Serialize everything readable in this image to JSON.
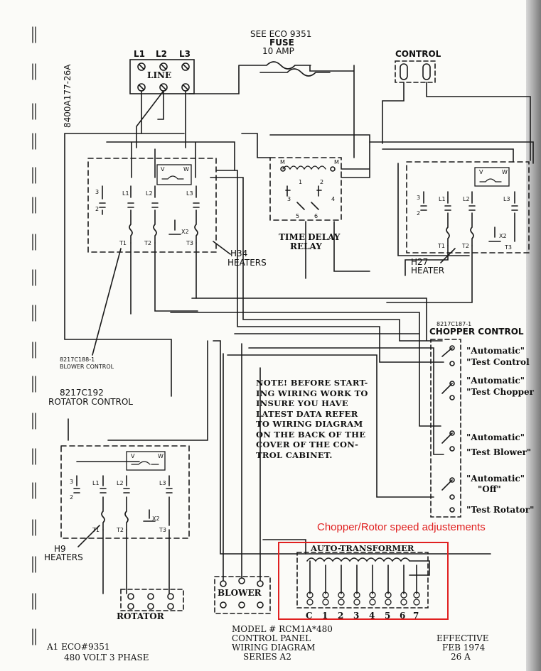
{
  "doc_number": "8400A177-26A",
  "fuse": {
    "eco": "SEE ECO 9351",
    "label": "FUSE",
    "rating": "10 AMP"
  },
  "line": {
    "label": "LINE",
    "terminals": [
      "L1",
      "L2",
      "L3"
    ]
  },
  "control_label": "CONTROL",
  "time_delay_relay": {
    "label_1": "TIME DELAY",
    "label_2": "RELAY",
    "m_left": "M",
    "m_right": "M",
    "contacts": [
      "1",
      "2",
      "3",
      "4",
      "5",
      "6"
    ]
  },
  "blower_contactor": {
    "part": "8217C188-1",
    "label": "BLOWER CONTROL",
    "heater_label_1": "H34",
    "heater_label_2": "HEATERS"
  },
  "chopper_contactor": {
    "part": "8217C187-1",
    "label": "CHOPPER CONTROL",
    "heater_label_1": "H27",
    "heater_label_2": "HEATER"
  },
  "rotator_contactor": {
    "part": "8217C192",
    "label": "ROTATOR CONTROL",
    "heater_label_1": "H9",
    "heater_label_2": "HEATERS"
  },
  "contactor_terms": {
    "l1": "L1",
    "l2": "L2",
    "l3": "L3",
    "t1": "T1",
    "t2": "T2",
    "t3": "T3",
    "x2": "X2",
    "v": "V",
    "w": "W",
    "c3": "3",
    "c2": "2"
  },
  "switches": [
    {
      "top": "\"Automatic\"",
      "bottom": "\"Test Control"
    },
    {
      "top": "\"Automatic\"",
      "bottom": "\"Test Chopper"
    },
    {
      "top": "\"Automatic\"",
      "bottom": "\"Test Blower\""
    },
    {
      "top": "\"Automatic\"",
      "bottom": "\"Off\""
    },
    {
      "bottom": "\"Test Rotator\""
    }
  ],
  "note_lines": [
    "NOTE! BEFORE START-",
    "ING WIRING WORK TO",
    "INSURE YOU HAVE",
    "LATEST DATA REFER",
    "TO WIRING DIAGRAM",
    "ON THE BACK OF THE",
    "COVER OF THE CON-",
    "TROL CABINET."
  ],
  "annotation": "Chopper/Rotor speed adjustements",
  "auto_transformer": {
    "label": "AUTO-TRANSFORMER",
    "taps": [
      "C",
      "1",
      "2",
      "3",
      "4",
      "5",
      "6",
      "7"
    ]
  },
  "rotator_label": "ROTATOR",
  "blower_label": "BLOWER",
  "model": {
    "line1": "MODEL # RCM1A*480",
    "line2": "CONTROL PANEL",
    "line3": "WIRING DIAGRAM",
    "line4": "SERIES A2"
  },
  "footer_left": {
    "line1": "A1 ECO#9351",
    "line2": "480  VOLT 3 PHASE"
  },
  "effective": {
    "line1": "EFFECTIVE",
    "line2": "FEB 1974",
    "line3": "26 A"
  }
}
